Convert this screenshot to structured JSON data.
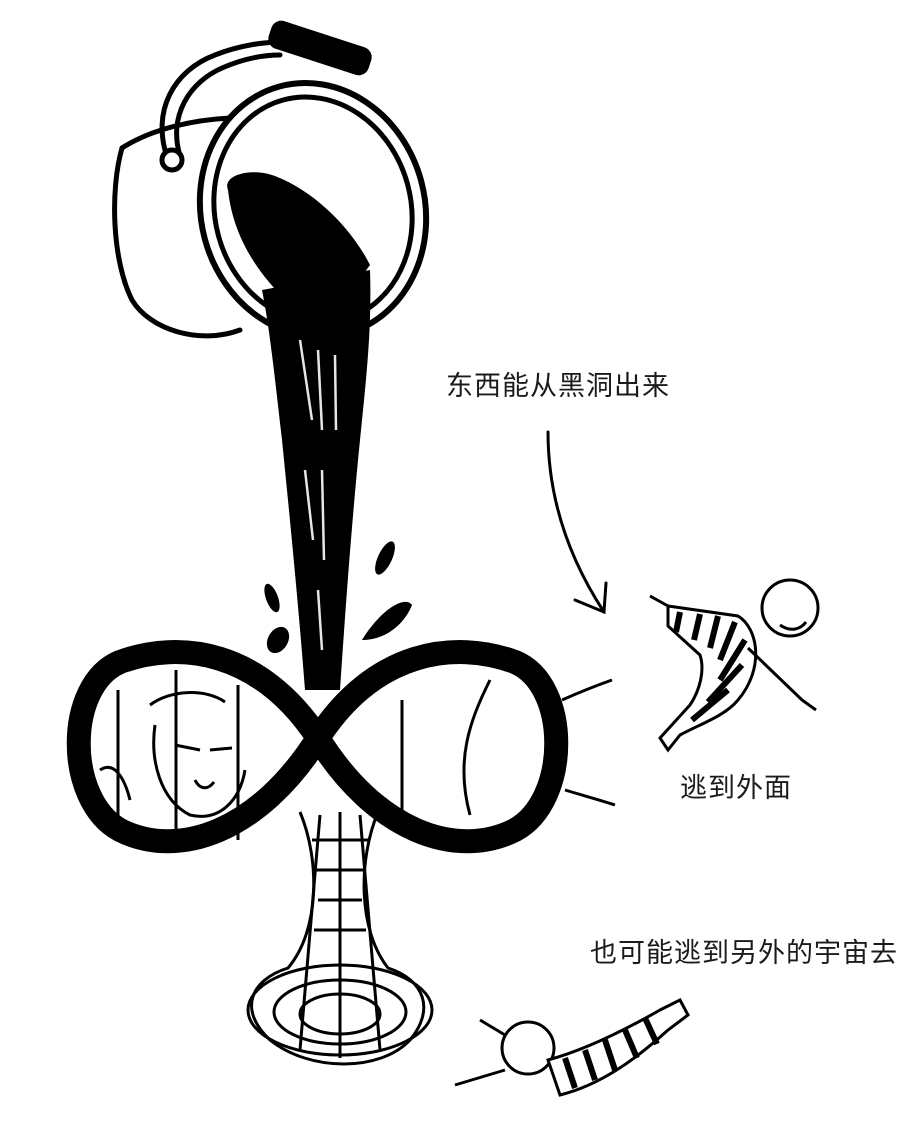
{
  "labels": {
    "comes_out": "东西能从黑洞出来",
    "escape_outside": "逃到外面",
    "other_universe": "也可能逃到另外的宇宙去"
  },
  "colors": {
    "ink": "#000000",
    "paper": "#ffffff",
    "text": "#1b1b1b"
  },
  "icons": [
    "bucket-icon",
    "infinity-loop-icon",
    "wormhole-funnel-icon",
    "arrow-icon",
    "prisoner-figure-icon"
  ]
}
